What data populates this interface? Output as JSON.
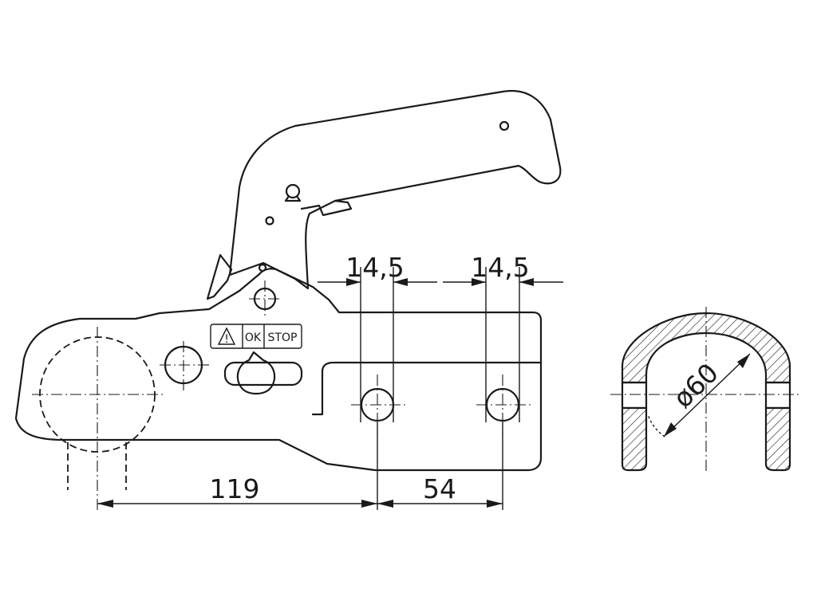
{
  "dimensions": {
    "bolt_spacing_1": "14,5",
    "bolt_spacing_2": "14,5",
    "ball_to_hole": "119",
    "hole_to_hole": "54",
    "ball_diameter": "ø60"
  },
  "body_label": {
    "ok": "OK",
    "stop": "STOP",
    "warning_symbol": "!"
  }
}
